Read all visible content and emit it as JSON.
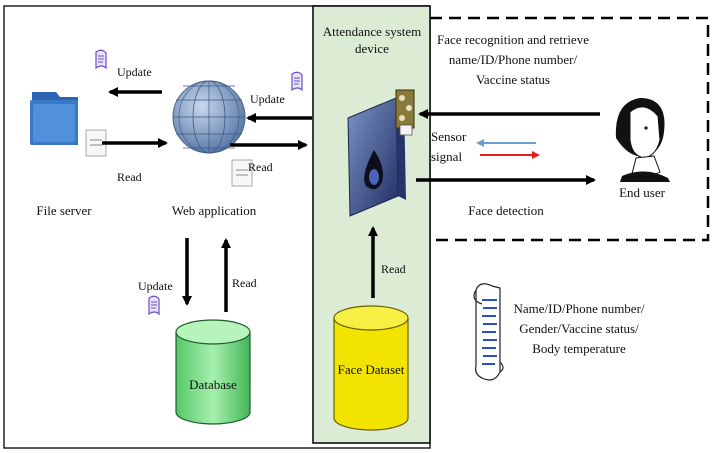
{
  "nodes": {
    "device_title_line1": "Attendance system",
    "device_title_line2": "device",
    "file_server": "File server",
    "web_application": "Web application",
    "database": "Database",
    "face_dataset": "Face Dataset",
    "end_user": "End user"
  },
  "edges": {
    "web_to_file_update": "Update",
    "file_to_web_read": "Read",
    "device_to_web_update": "Update",
    "web_to_device_read": "Read",
    "web_to_db_update": "Update",
    "db_to_web_read": "Read",
    "dataset_to_device_read": "Read",
    "face_recognition_line1": "Face recognition and retrieve",
    "face_recognition_line2": "name/ID/Phone number/",
    "face_recognition_line3": "Vaccine status",
    "sensor_line1": "Sensor",
    "sensor_line2": "signal",
    "face_detection": "Face detection"
  },
  "record": {
    "line1": "Name/ID/Phone number/",
    "line2": "Gender/Vaccine status/",
    "line3": "Body temperature"
  },
  "colors": {
    "device_panel": "#dcebd3",
    "file_folder": "#3a78c8",
    "globe": "#6f8fb8",
    "database": "#7ee08a",
    "face_dataset": "#f2e400",
    "sensor_blue": "#6a9fd4",
    "sensor_red": "#e02020",
    "device_body": "#3a4f8a",
    "scroll_icon": "#6a4fc0"
  },
  "icons": [
    "folder-icon",
    "document-icon",
    "globe-icon",
    "scroll-icon",
    "camera-device-icon",
    "user-face-icon",
    "record-scroll-icon"
  ]
}
